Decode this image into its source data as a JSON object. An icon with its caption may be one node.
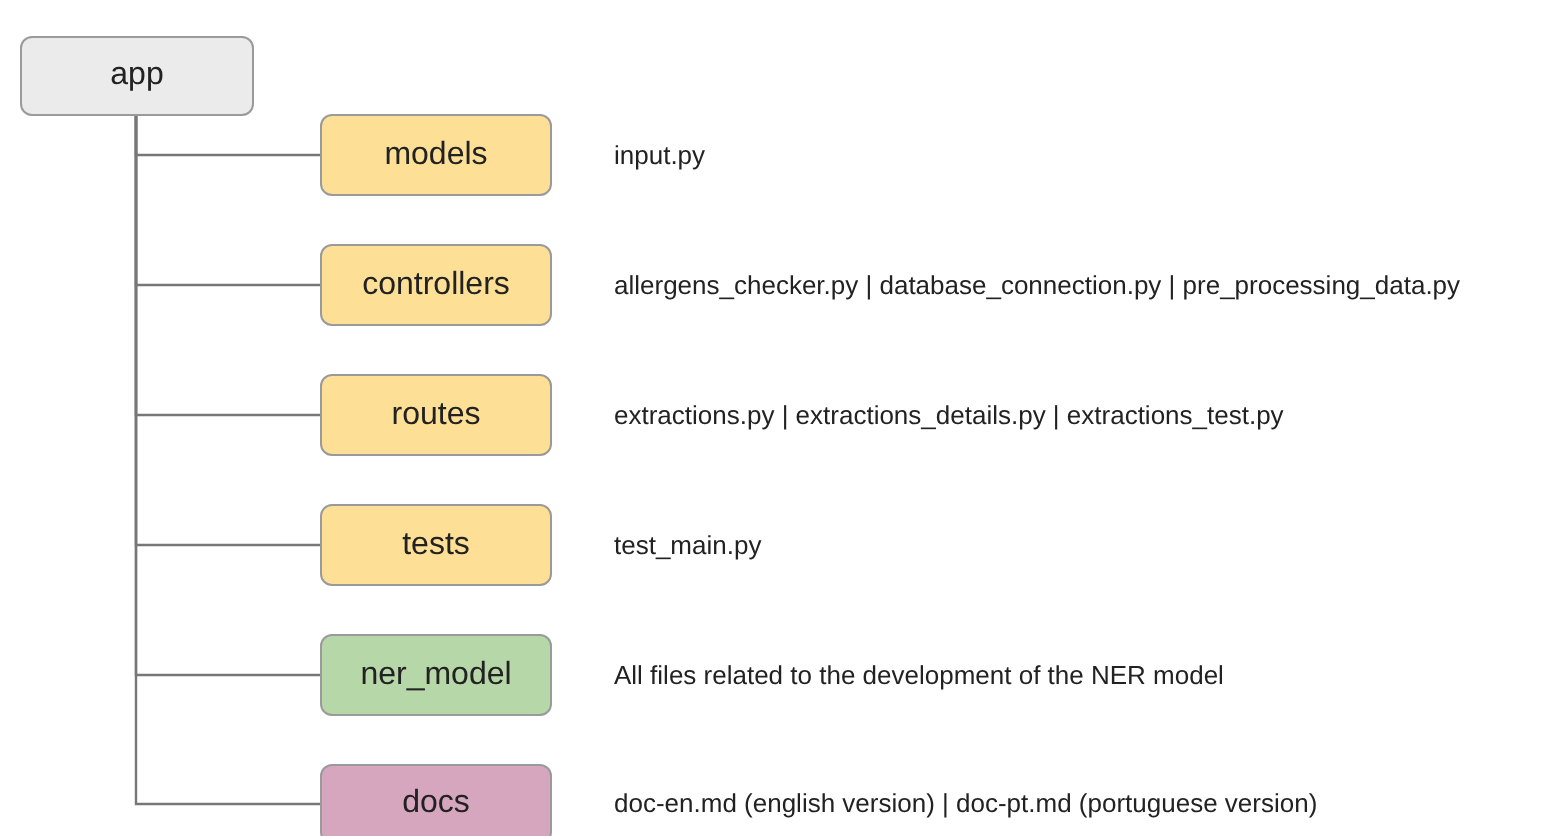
{
  "diagram": {
    "nodes": [
      {
        "text": [
          "app"
        ]
      },
      {
        "text": [
          "models"
        ],
        "beside": [
          "input.py"
        ]
      },
      {
        "text": [
          "controllers"
        ],
        "beside": [
          "allergens_checker.py | database_connection.py | pre_processing_data.py"
        ]
      },
      {
        "text": [
          "routes"
        ],
        "beside": [
          "extractions.py | extractions_details.py | extractions_test.py"
        ]
      },
      {
        "text": [
          "tests"
        ],
        "beside": [
          "test_main.py"
        ]
      },
      {
        "text": [
          "ner_model"
        ],
        "beside": [
          "All files related to the development of the NER model"
        ]
      },
      {
        "text": [
          "docs"
        ],
        "beside": [
          "doc-en.md (english version) | doc-pt.md (portuguese version)"
        ]
      }
    ],
    "edges": [
      {
        "from": 0,
        "to": 1,
        "arrow": "none"
      },
      {
        "from": 0,
        "to": 2,
        "arrow": "none"
      },
      {
        "from": 0,
        "to": 3,
        "arrow": "none"
      },
      {
        "from": 0,
        "to": 4,
        "arrow": "none"
      },
      {
        "from": 0,
        "to": 5,
        "arrow": "none"
      },
      {
        "from": 0,
        "to": 6,
        "arrow": "none"
      }
    ]
  }
}
